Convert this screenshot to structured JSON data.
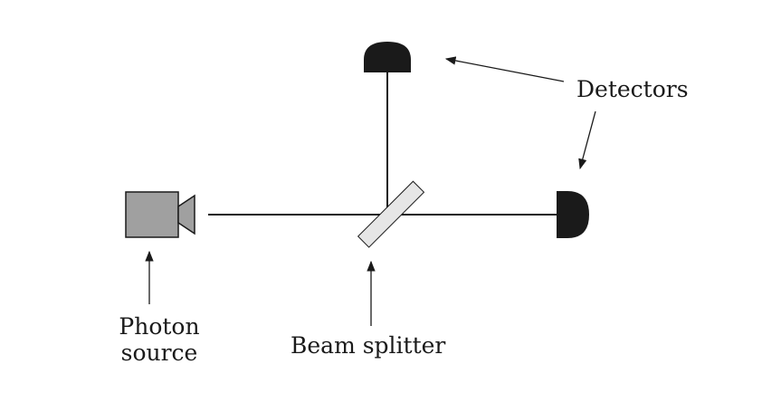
{
  "labels": {
    "detectors": "Detectors",
    "photon_source_line1": "Photon",
    "photon_source_line2": "source",
    "beam_splitter": "Beam splitter"
  },
  "colors": {
    "ink": "#1a1a1a",
    "source_body": "#a0a0a0",
    "splitter_fill": "#e6e6e6",
    "detector": "#1a1a1a"
  }
}
